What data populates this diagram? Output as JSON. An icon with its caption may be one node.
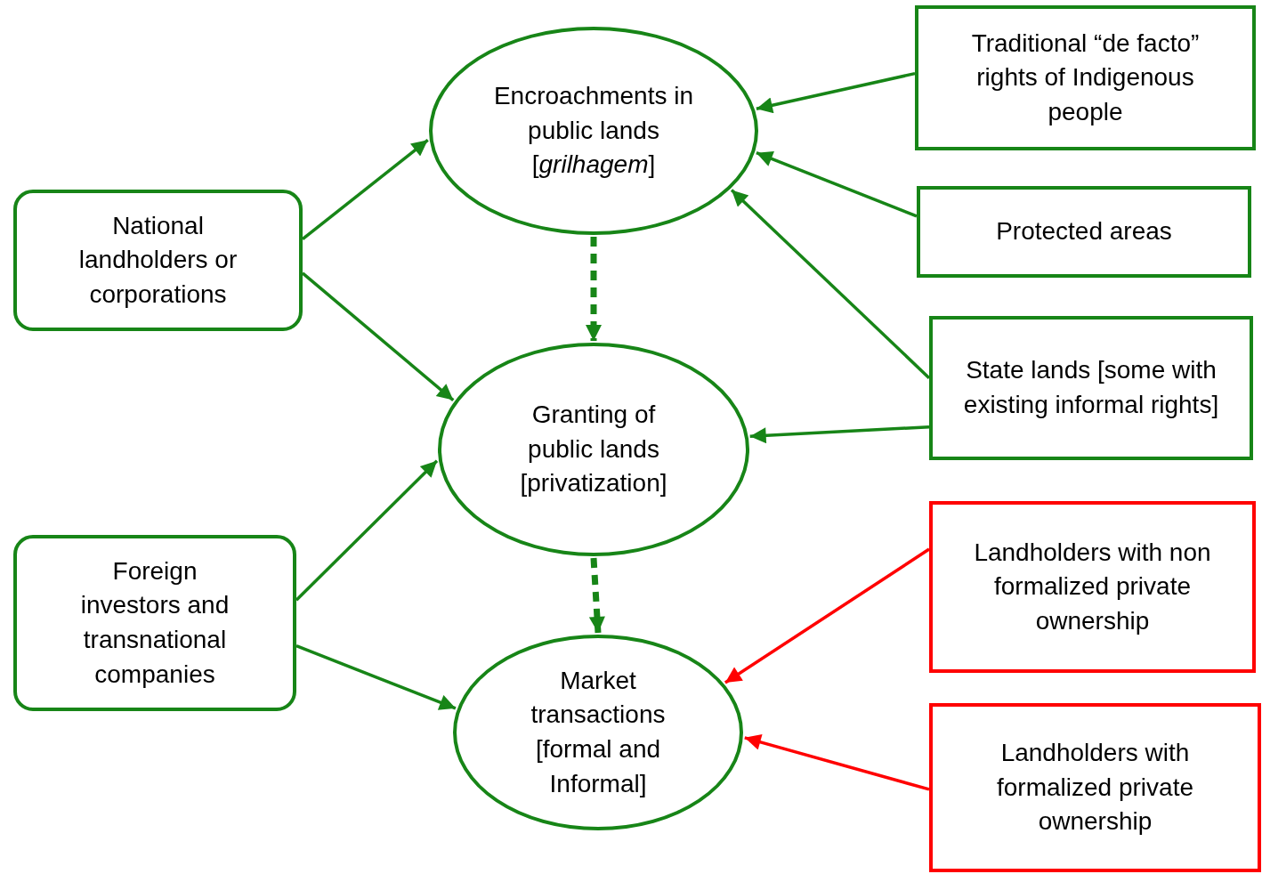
{
  "diagram": {
    "nodes": [
      {
        "text": [
          "Encroachments in public lands [*grilhagem*]"
        ]
      },
      {
        "text": [
          "Granting of public lands [privatization]"
        ]
      },
      {
        "text": [
          "Market transactions [formal and Informal]"
        ]
      },
      {
        "text": [
          "National landholders or corporations"
        ]
      },
      {
        "text": [
          "Foreign investors and transnational companies"
        ]
      },
      {
        "text": [
          "Traditional “de facto” rights of Indigenous people"
        ]
      },
      {
        "text": [
          "Protected areas"
        ]
      },
      {
        "text": [
          "State lands [some with existing informal rights]"
        ]
      },
      {
        "text": [
          "Landholders with non formalized private ownership"
        ]
      },
      {
        "text": [
          "Landholders with formalized private ownership"
        ]
      }
    ],
    "edges": [
      {
        "from": 3,
        "to": 0,
        "arrow": "to"
      },
      {
        "from": 3,
        "to": 1,
        "arrow": "to"
      },
      {
        "from": 4,
        "to": 1,
        "arrow": "to"
      },
      {
        "from": 4,
        "to": 2,
        "arrow": "to"
      },
      {
        "from": 5,
        "to": 0,
        "arrow": "to"
      },
      {
        "from": 6,
        "to": 0,
        "arrow": "to"
      },
      {
        "from": 7,
        "to": 0,
        "arrow": "to"
      },
      {
        "from": 7,
        "to": 1,
        "arrow": "to"
      },
      {
        "from": 0,
        "to": 1,
        "arrow": "to",
        "style": "dashed"
      },
      {
        "from": 1,
        "to": 2,
        "arrow": "to",
        "style": "dashed"
      },
      {
        "from": 8,
        "to": 2,
        "arrow": "to",
        "color": "#ff0000"
      },
      {
        "from": 9,
        "to": 2,
        "arrow": "to",
        "color": "#ff0000"
      }
    ]
  }
}
